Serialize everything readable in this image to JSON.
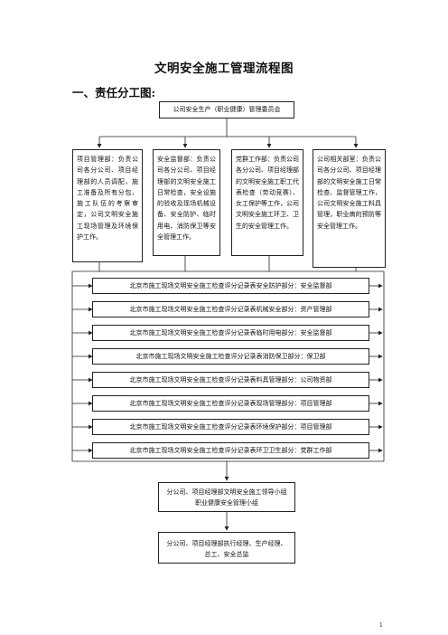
{
  "document": {
    "title": "文明安全施工管理流程图",
    "section_heading": "一、责任分工图:",
    "committee": "公司安全生产（职业健康）管理委员会",
    "departments": [
      "项目管理部：负责公司各分公司、项目经理部的人员调配，施工准备及所有分包、施工队伍的考察审定，公司文明安全施工现场管理及环境保护工作。",
      "安全监督部：负责公司各分公司、项目经理部的文明安全施工日常检查，安全设施的验收及现场机械设备、安全防护、临时用电、消防保卫等安全管理工作。",
      "党群工作部：负责公司各分公司、项目经理部的文明安全施工职工代表检查（劳动竞赛）、女工保护等工作，公司文明安全施工环卫、卫生的安全管理工作。",
      "公司相关部室：负责公司各分公司、项目经理部的文明安全施工日常检查、监督管理工作，公司文明安全施工料具管理，职业病的预防等安全管理工作。"
    ],
    "records": [
      "北京市施工现场文明安全施工检查评分记录表安全防护部分：安全监督部",
      "北京市施工现场文明安全施工检查评分记录表机械安全部分：资产管理部",
      "北京市施工现场文明安全施工检查评分记录表临时用电部分：安全监督部",
      "北京市施工现场文明安全施工检查评分记录表消防保卫部分：保卫部",
      "北京市施工现场文明安全施工检查评分记录表料具管理部分：公司物资部",
      "北京市施工现场文明安全施工检查评分记录表现场管理部分：项目管理部",
      "北京市施工现场文明安全施工检查评分记录表环境保护部分：项目管理部",
      "北京市施工现场文明安全施工检查评分记录表环卫卫生部分：党群工作部"
    ],
    "leadership_group": [
      "分公司、项目经理部文明安全施工领导小组",
      "职业健康安全管理小组"
    ],
    "executives": [
      "分公司、项目经理部执行经理、生产经理、",
      "总工、安全总监"
    ],
    "page_number": "1"
  }
}
